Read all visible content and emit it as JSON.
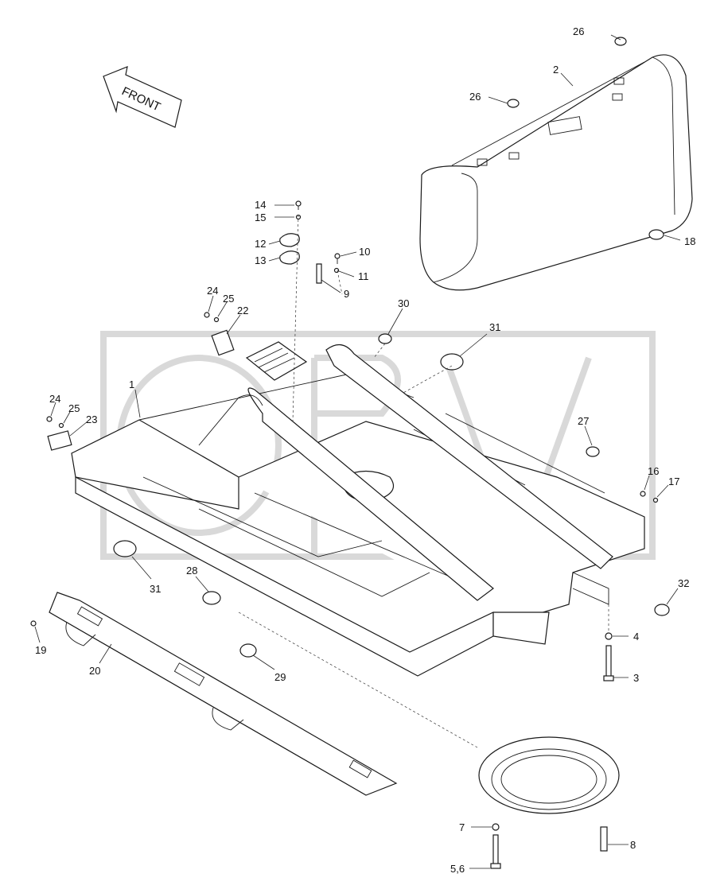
{
  "diagram": {
    "front_label": "FRONT",
    "callouts": [
      {
        "id": "c26a",
        "text": "26"
      },
      {
        "id": "c2",
        "text": "2"
      },
      {
        "id": "c26b",
        "text": "26"
      },
      {
        "id": "c18",
        "text": "18"
      },
      {
        "id": "c14",
        "text": "14"
      },
      {
        "id": "c15",
        "text": "15"
      },
      {
        "id": "c12",
        "text": "12"
      },
      {
        "id": "c13",
        "text": "13"
      },
      {
        "id": "c10",
        "text": "10"
      },
      {
        "id": "c11",
        "text": "11"
      },
      {
        "id": "c9",
        "text": "9"
      },
      {
        "id": "c30",
        "text": "30"
      },
      {
        "id": "c31a",
        "text": "31"
      },
      {
        "id": "c24a",
        "text": "24"
      },
      {
        "id": "c25a",
        "text": "25"
      },
      {
        "id": "c22",
        "text": "22"
      },
      {
        "id": "c1",
        "text": "1"
      },
      {
        "id": "c24b",
        "text": "24"
      },
      {
        "id": "c25b",
        "text": "25"
      },
      {
        "id": "c23",
        "text": "23"
      },
      {
        "id": "c27",
        "text": "27"
      },
      {
        "id": "c16",
        "text": "16"
      },
      {
        "id": "c17",
        "text": "17"
      },
      {
        "id": "c31b",
        "text": "31"
      },
      {
        "id": "c28",
        "text": "28"
      },
      {
        "id": "c32",
        "text": "32"
      },
      {
        "id": "c4",
        "text": "4"
      },
      {
        "id": "c3",
        "text": "3"
      },
      {
        "id": "c19",
        "text": "19"
      },
      {
        "id": "c20",
        "text": "20"
      },
      {
        "id": "c29",
        "text": "29"
      },
      {
        "id": "c7",
        "text": "7"
      },
      {
        "id": "c8",
        "text": "8"
      },
      {
        "id": "c56",
        "text": "5,6"
      }
    ]
  }
}
